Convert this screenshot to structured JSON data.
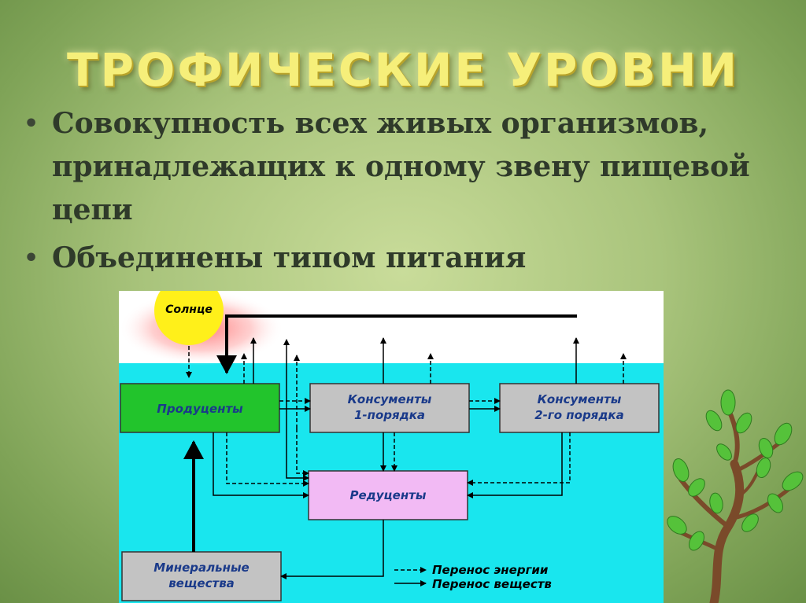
{
  "slide": {
    "title": "ТРОФИЧЕСКИЕ УРОВНИ",
    "bullets": [
      "Совокупность всех живых организмов, принадлежащих к одному звену пищевой цепи",
      "Объединены типом питания"
    ]
  },
  "diagram": {
    "sun": "Солнце",
    "producers": "Продуценты",
    "consumers1": [
      "Консументы",
      "1-порядка"
    ],
    "consumers2": [
      "Консументы",
      "2-го порядка"
    ],
    "reducers": "Редуценты",
    "minerals": [
      "Минеральные",
      "вещества"
    ],
    "legend": {
      "energy": "Перенос энергии",
      "matter": "Перенос веществ"
    }
  },
  "colors": {
    "title": "#f6ef7a",
    "water": "#19e6ee",
    "producers_box": "#22c42c",
    "consumers_box": "#c3c3c3",
    "reducers_box": "#f2baf4",
    "sun": "#fff01a"
  }
}
